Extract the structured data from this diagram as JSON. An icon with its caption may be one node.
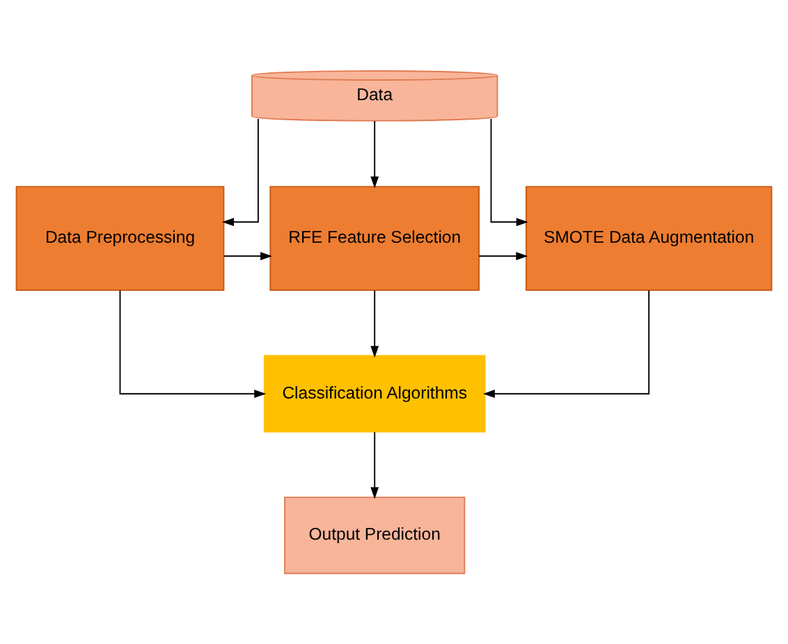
{
  "diagram": {
    "nodes": [
      {
        "text": [
          "Data"
        ]
      },
      {
        "text": [
          "Data Preprocessing"
        ]
      },
      {
        "text": [
          "RFE Feature Selection"
        ]
      },
      {
        "text": [
          "SMOTE Data Augmentation"
        ]
      },
      {
        "text": [
          "Classification Algorithms"
        ]
      },
      {
        "text": [
          "Output Prediction"
        ]
      }
    ],
    "edges": [
      {
        "from": 0,
        "to": 1,
        "arrow": "to"
      },
      {
        "from": 0,
        "to": 2,
        "arrow": "to"
      },
      {
        "from": 0,
        "to": 3,
        "arrow": "to"
      },
      {
        "from": 1,
        "to": 2,
        "arrow": "to"
      },
      {
        "from": 2,
        "to": 3,
        "arrow": "to"
      },
      {
        "from": 1,
        "to": 4,
        "arrow": "to"
      },
      {
        "from": 2,
        "to": 4,
        "arrow": "to"
      },
      {
        "from": 3,
        "to": 4,
        "arrow": "to"
      },
      {
        "from": 4,
        "to": 5,
        "arrow": "to"
      }
    ]
  }
}
